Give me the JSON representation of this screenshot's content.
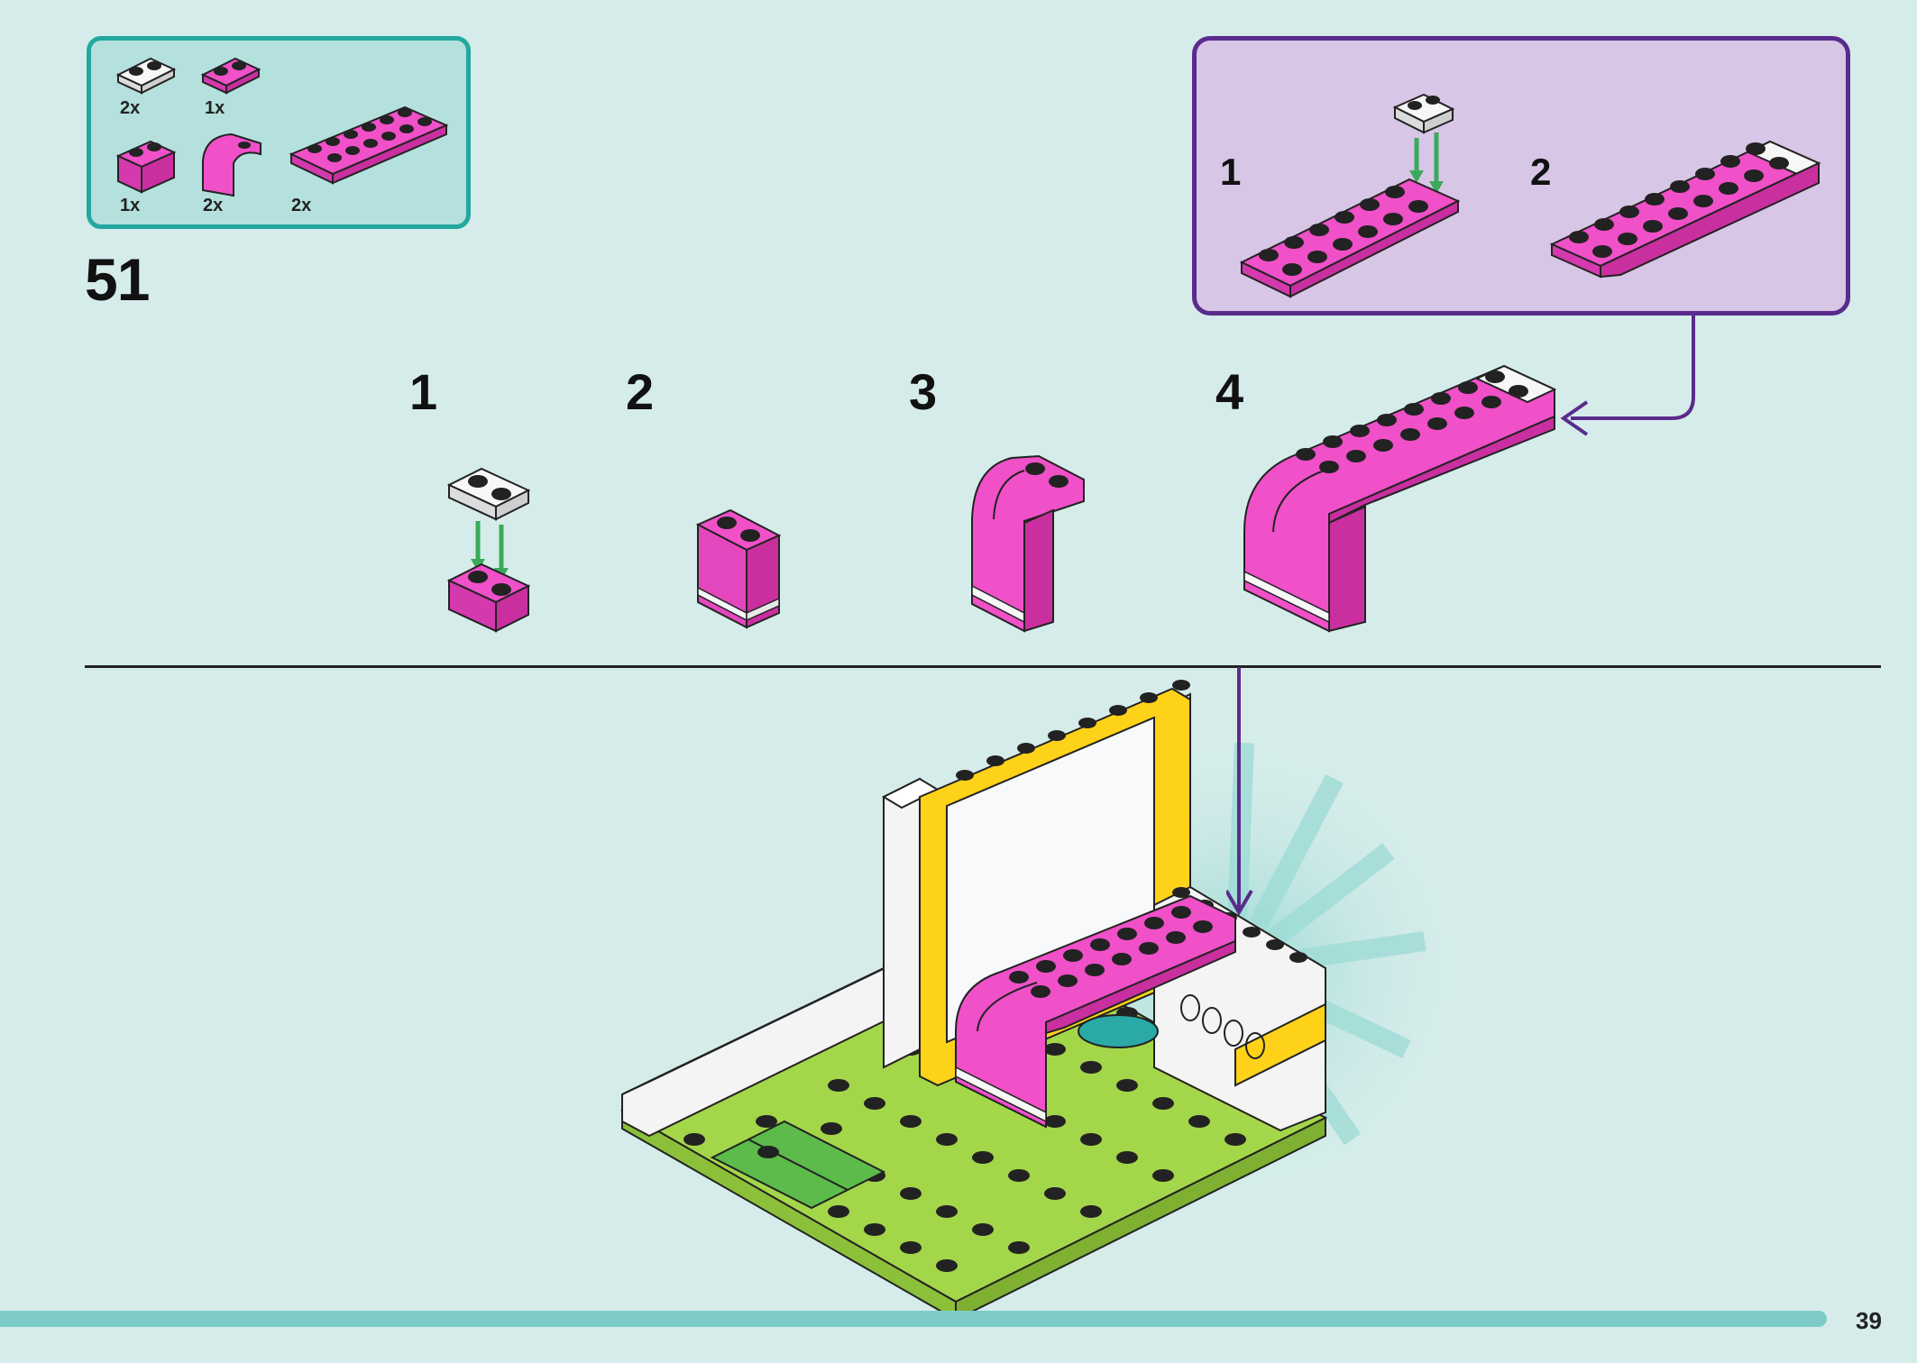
{
  "step": {
    "number": "51"
  },
  "parts_list": [
    {
      "qty": "2x",
      "part": "white-plate-1x2"
    },
    {
      "qty": "1x",
      "part": "pink-plate-1x2"
    },
    {
      "qty": "1x",
      "part": "pink-brick-1x2"
    },
    {
      "qty": "2x",
      "part": "pink-curved-brick"
    },
    {
      "qty": "2x",
      "part": "pink-plate-2x6"
    }
  ],
  "sub_steps": [
    {
      "number": "1"
    },
    {
      "number": "2"
    },
    {
      "number": "3"
    },
    {
      "number": "4"
    }
  ],
  "callout": {
    "steps": [
      {
        "number": "1"
      },
      {
        "number": "2"
      }
    ]
  },
  "page": {
    "number": "39"
  },
  "colors": {
    "background": "#d5ecea",
    "parts_box_border": "#22a89f",
    "callout_border": "#5a2b8c",
    "callout_bg": "#d8c6e6",
    "pink": "#f050c8",
    "white_brick": "#f4f4f4",
    "green_base": "#a4d64a",
    "yellow": "#ffd21a",
    "arrow_green": "#3aaa5a",
    "arrow_purple": "#5a2b8c"
  }
}
